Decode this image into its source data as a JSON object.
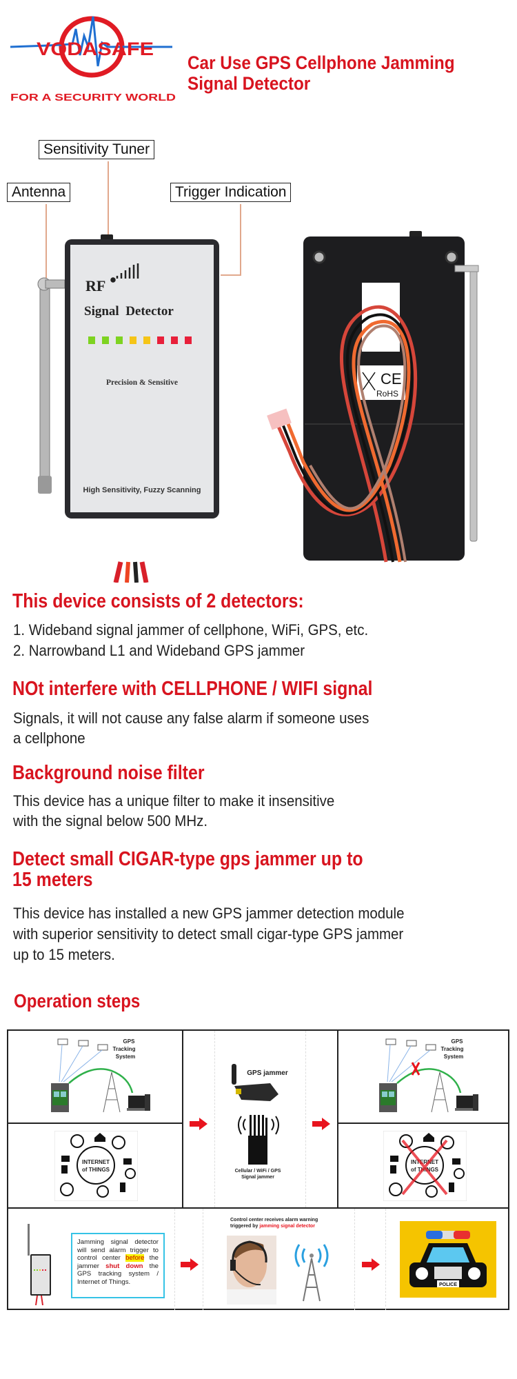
{
  "brand": {
    "name": "VODASAFE",
    "slogan": "FOR A SECURITY WORLD"
  },
  "title": {
    "line1": "Car Use GPS  Cellphone Jamming",
    "line2": "Signal Detector"
  },
  "product": {
    "callouts": {
      "sensitivity_tuner": "Sensitivity Tuner",
      "antenna": "Antenna",
      "trigger_indication": "Trigger Indication"
    },
    "front_label": {
      "rf": "RF",
      "name": "Signal  Detector",
      "tagline": "Precision & Sensitive",
      "footer": "High Sensitivity, Fuzzy Scanning"
    },
    "led_colors": [
      "#7ed321",
      "#7ed321",
      "#7ed321",
      "#f5c518",
      "#f5c518",
      "#e8203a",
      "#e8203a",
      "#e8203a"
    ],
    "back_label": {
      "ce": "CE",
      "rohs": "RoHS"
    }
  },
  "sections": [
    {
      "heading": "This device consists of 2 detectors:",
      "lines": [
        "1. Wideband signal jammer of cellphone, WiFi, GPS, etc.",
        "2. Narrowband L1 and Wideband GPS jammer"
      ]
    },
    {
      "heading": "NOt interfere with CELLPHONE / WIFI signal",
      "lines": [
        "Signals, it will not cause any false alarm if someone uses",
        "a cellphone"
      ]
    },
    {
      "heading": "Background noise filter",
      "lines": [
        "This device has a unique filter to make it insensitive",
        "with the signal below 500 MHz."
      ]
    },
    {
      "heading_lines": [
        "Detect small CIGAR-type gps jammer up to",
        "15 meters"
      ],
      "lines": [
        "This device has installed a new GPS jammer detection module",
        "with superior sensitivity to detect small cigar-type GPS jammer",
        "up to 15 meters."
      ]
    }
  ],
  "operation": {
    "heading": "Operation steps",
    "gps_system": [
      "GPS",
      "Tracking",
      "System"
    ],
    "iot": [
      "INTERNET",
      "of THINGS"
    ],
    "jammer_title": "GPS jammer",
    "jammer_caption": [
      "Cellular / WiFi / GPS",
      "Signal jammer"
    ],
    "control_center": {
      "line1": "Control center receives alarm warning",
      "line2_prefix": "triggered by ",
      "line2_highlight": "jamming signal detector"
    },
    "alert": {
      "part1": "Jamming signal detector will send alarm trigger to control center ",
      "before": "before",
      "part2": " the jammer ",
      "shut_down": "shut down",
      "part3": " the GPS tracking system / Internet of Things."
    },
    "police": "POLICE"
  },
  "colors": {
    "accent_red": "#d8141f",
    "logo_blue": "#1f6fd1",
    "callout_lead": "#e1a88c",
    "alert_border": "#35c3e6",
    "police_bg": "#f5c400"
  }
}
